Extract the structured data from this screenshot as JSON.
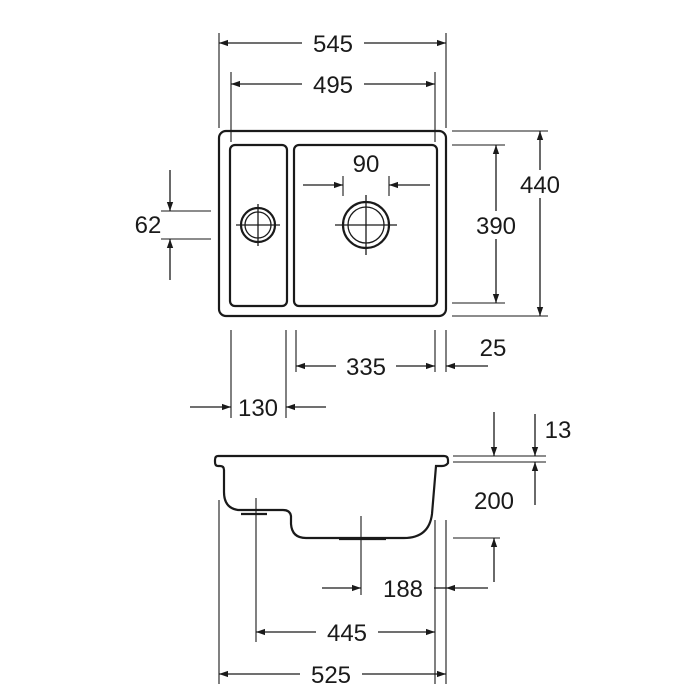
{
  "drawing": {
    "type": "technical sink dimension drawing",
    "units": "mm",
    "top_view": {
      "overall_width": "545",
      "bowl_span_width": "495",
      "overall_depth": "440",
      "bowl_depth": "390",
      "main_waste_diameter": "90",
      "small_waste_offset": "62",
      "main_bowl_width": "335",
      "right_rim": "25",
      "small_bowl_width": "130"
    },
    "side_view": {
      "rim_thickness": "13",
      "bowl_height": "200",
      "main_waste_position": "188",
      "bottom_length": "445",
      "overall_length": "525"
    }
  }
}
